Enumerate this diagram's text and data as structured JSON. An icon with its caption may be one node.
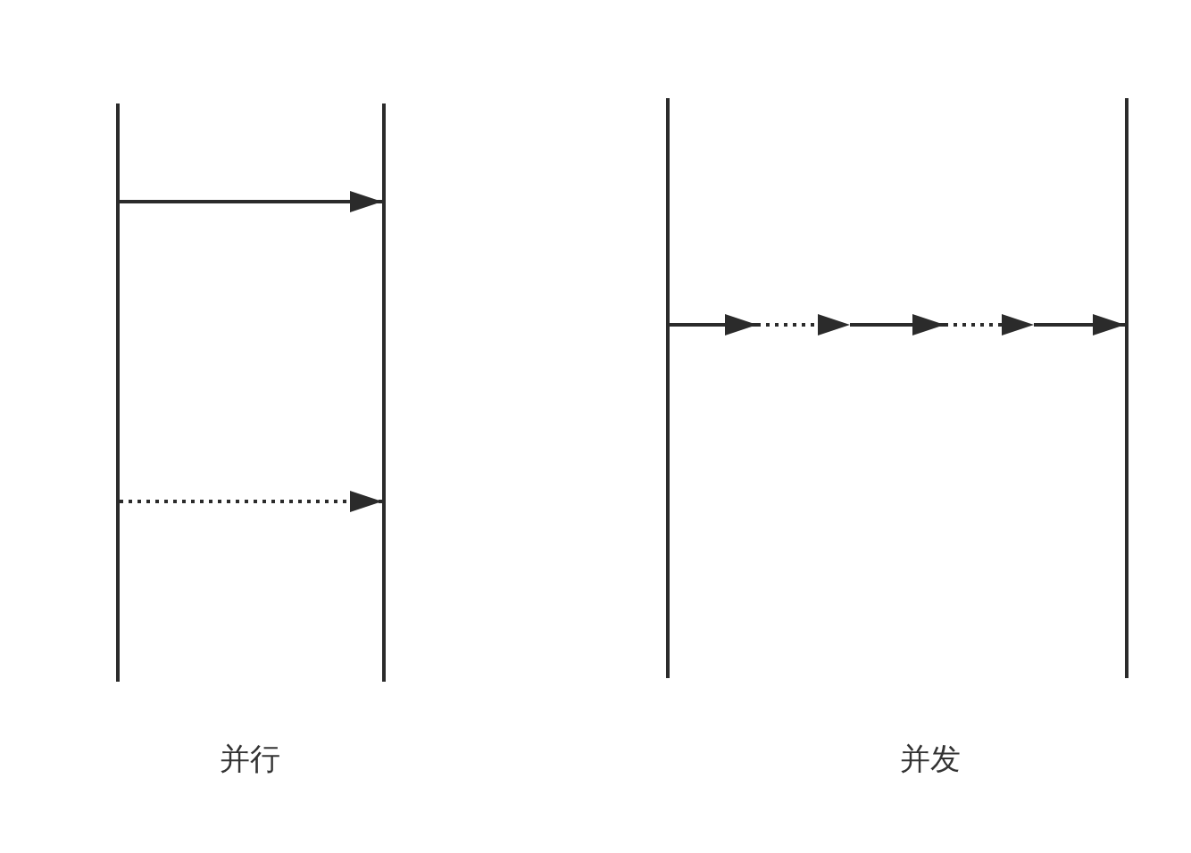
{
  "diagram": {
    "nodes": [
      {
        "text": [],
        "shape": "bar"
      },
      {
        "text": [],
        "shape": "bar"
      },
      {
        "text": [],
        "shape": "bar"
      },
      {
        "text": [],
        "shape": "bar"
      }
    ],
    "edges": [
      {
        "from": 0,
        "to": 1,
        "arrow": "to"
      },
      {
        "from": 0,
        "to": 1,
        "arrow": "to",
        "style": "dashed"
      },
      {
        "from": 2,
        "to": 3,
        "arrow": "to",
        "style": "dashed"
      }
    ],
    "labels": [
      "并行",
      "并发"
    ]
  }
}
